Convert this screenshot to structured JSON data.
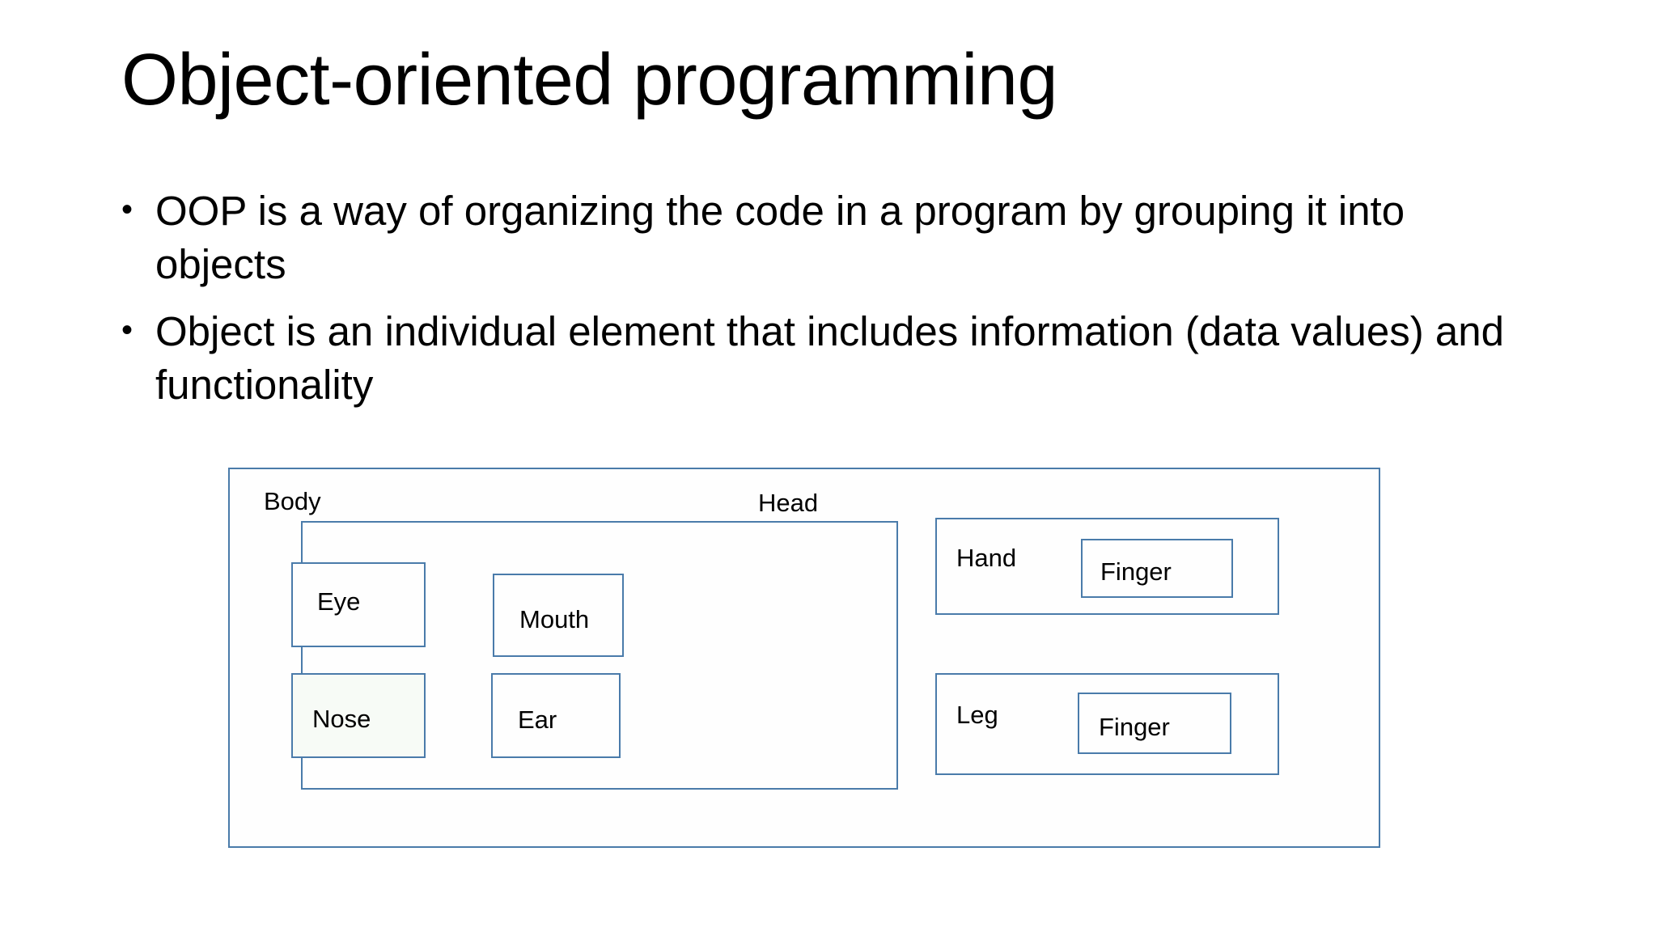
{
  "slide": {
    "title": "Object-oriented programming",
    "bullet_marker": "•",
    "bullets": [
      "OOP is a way of organizing the code in a program by grouping it into objects",
      "Object is an individual element that includes information (data values) and functionality"
    ]
  },
  "diagram": {
    "accent_color": "#4A7BAA",
    "background_color": "#FFFFFF",
    "root": {
      "label": "Body",
      "children": [
        {
          "label": "Head",
          "children": [
            {
              "label": "Eye"
            },
            {
              "label": "Mouth"
            },
            {
              "label": "Nose"
            },
            {
              "label": "Ear"
            }
          ]
        },
        {
          "label": "Hand",
          "children": [
            {
              "label": "Finger"
            }
          ]
        },
        {
          "label": "Leg",
          "children": [
            {
              "label": "Finger"
            }
          ]
        }
      ]
    }
  }
}
